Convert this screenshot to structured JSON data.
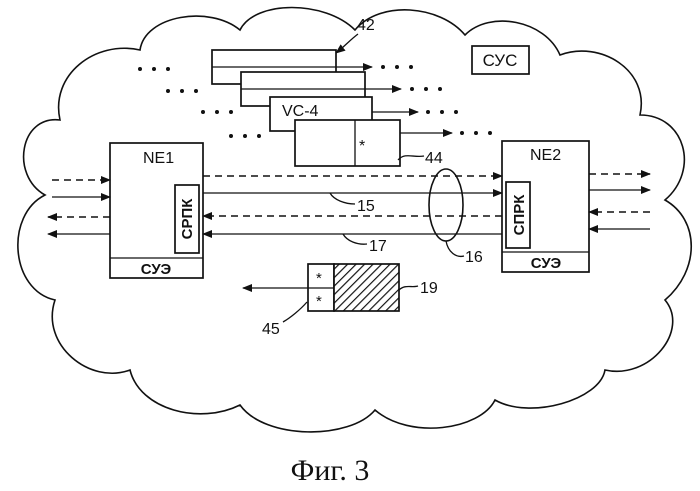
{
  "network_label": "СУС",
  "ref_42": "42",
  "vc4_label": "VC-4",
  "star": "*",
  "ref_44": "44",
  "ne1": {
    "title": "NE1",
    "vertical": "СРПК",
    "bottom": "СУЭ"
  },
  "ne2": {
    "title": "NE2",
    "vertical": "СПРК",
    "bottom": "СУЭ"
  },
  "ref_15": "15",
  "ref_16": "16",
  "ref_17": "17",
  "ref_19": "19",
  "ref_45": "45",
  "caption": "Фиг. 3"
}
